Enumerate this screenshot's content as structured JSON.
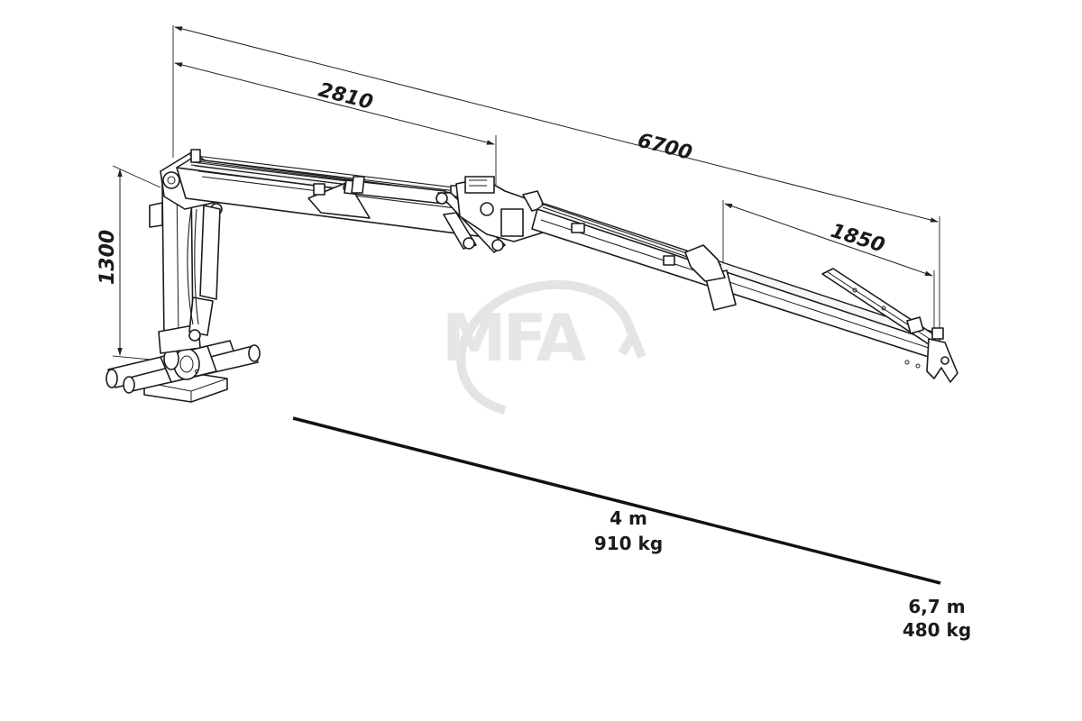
{
  "watermark": {
    "text": "MFA"
  },
  "dimensions": {
    "total_reach": "6700",
    "main_boom": "2810",
    "extension": "1850",
    "column_height": "1300"
  },
  "loads": [
    {
      "reach": "4 m",
      "weight": "910 kg"
    },
    {
      "reach": "6,7 m",
      "weight": "480 kg"
    }
  ],
  "colors": {
    "line": "#1a1a1a",
    "watermark": "#e4e4e4",
    "background": "#ffffff"
  }
}
